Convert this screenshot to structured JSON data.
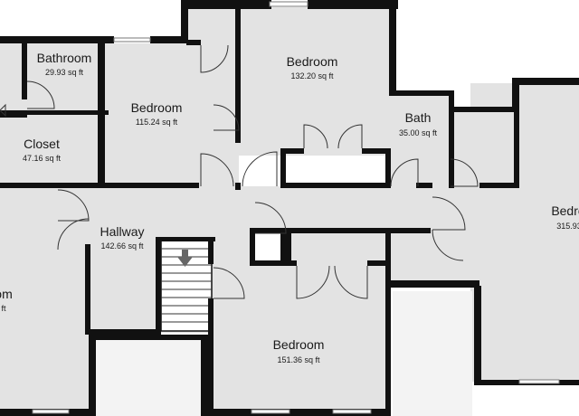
{
  "rooms": {
    "bathroom_top": {
      "name": "Bathroom",
      "area": "29.93 sq ft"
    },
    "closet": {
      "name": "Closet",
      "area": "47.16 sq ft"
    },
    "bedroom_left": {
      "name": "Bedroom",
      "area": "115.24 sq ft"
    },
    "bedroom_top": {
      "name": "Bedroom",
      "area": "132.20 sq ft"
    },
    "bath": {
      "name": "Bath",
      "area": "35.00 sq ft"
    },
    "bedroom_right": {
      "name": "Bedro",
      "area": "315.93"
    },
    "hallway": {
      "name": "Hallway",
      "area": "142.66 sq ft"
    },
    "room_left": {
      "name": "om",
      "area": "ft"
    },
    "bedroom_bottom": {
      "name": "Bedroom",
      "area": "151.36 sq ft"
    }
  },
  "icons": {
    "stairs_arrow": "arrow-down-icon"
  }
}
